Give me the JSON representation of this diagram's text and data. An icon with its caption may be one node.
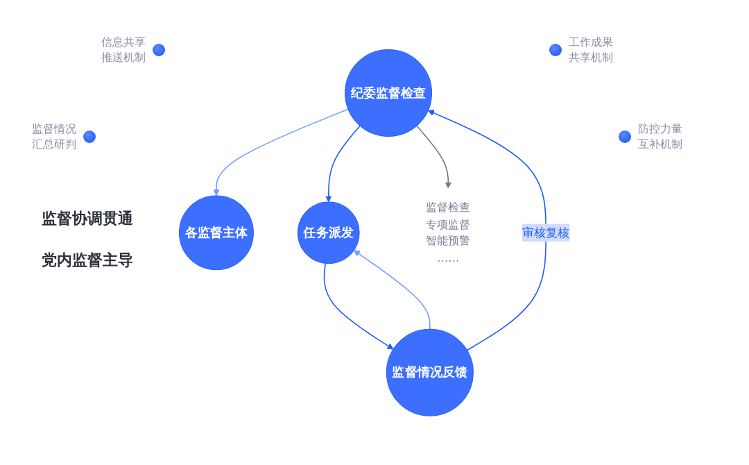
{
  "diagram": {
    "nodes": [
      {
        "text": [
          "各监督主体"
        ]
      },
      {
        "text": [
          "纪委监督检查"
        ]
      },
      {
        "text": [
          "监督情况反馈"
        ]
      },
      {
        "text": [
          "任务派发"
        ]
      },
      {
        "text": [
          "监督检查",
          "专项监督",
          "智能预警",
          "……"
        ]
      }
    ],
    "edges": [
      {
        "from": 1,
        "to": 0,
        "arrow": "to",
        "color": "#6f9bff"
      },
      {
        "from": 2,
        "to": 1,
        "arrow": "to",
        "label": "审核复核"
      },
      {
        "from": 1,
        "to": 3,
        "arrow": "to"
      },
      {
        "from": 3,
        "to": 2,
        "arrow": "to"
      },
      {
        "from": 2,
        "to": 3,
        "arrow": "to",
        "color": "#6f9bff"
      },
      {
        "from": 1,
        "to": 4,
        "arrow": "to",
        "color": "#777777"
      }
    ],
    "labels": [
      "信息共享推送机制",
      "工作成果共享机制",
      "监督情况汇总研判",
      "防控力量互补机制",
      "监督协调贯通",
      "党内监督主导"
    ]
  }
}
